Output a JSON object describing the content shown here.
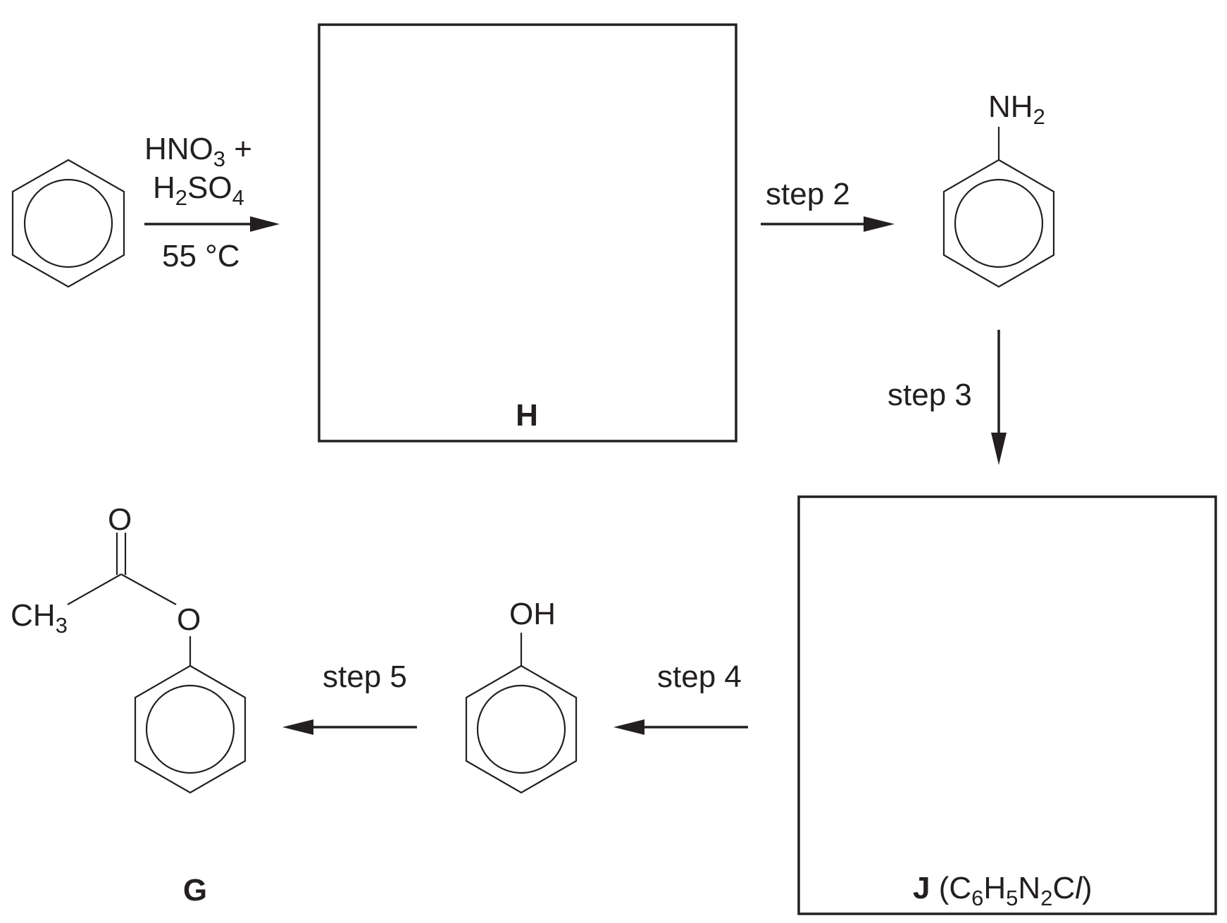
{
  "reagents_step1": {
    "line1_main": "HNO",
    "line1_sub": "3",
    "line1_plus": " +",
    "line2_h": "H",
    "line2_sub1": "2",
    "line2_so": "SO",
    "line2_sub2": "4",
    "conditions": "55 °C"
  },
  "steps": {
    "step2": "step 2",
    "step3": "step 3",
    "step4": "step 4",
    "step5": "step 5"
  },
  "box_h": {
    "label": "H"
  },
  "box_j": {
    "label": "J",
    "formula_open": " (C",
    "f_sub1": "6",
    "f_h": "H",
    "f_sub2": "5",
    "f_n": "N",
    "f_sub3": "2",
    "f_cl": "C",
    "f_l": "l",
    "formula_close": ")"
  },
  "aniline": {
    "group_main": "NH",
    "group_sub": "2"
  },
  "phenol": {
    "group": "OH"
  },
  "ester": {
    "carbonyl_o": "O",
    "ester_o": "O",
    "methyl_main": "CH",
    "methyl_sub": "3",
    "label": "G"
  },
  "colors": {
    "ink": "#231f20",
    "background": "#ffffff"
  }
}
